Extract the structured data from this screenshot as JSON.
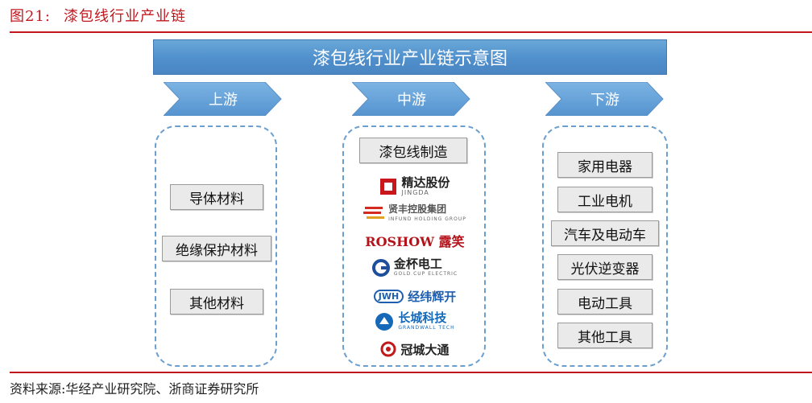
{
  "figure": {
    "number": "图21:",
    "title": "漆包线行业产业链"
  },
  "banner": {
    "title": "漆包线行业产业链示意图"
  },
  "stages": {
    "upstream": {
      "label": "上游",
      "items": [
        "导体材料",
        "绝缘保护材料",
        "其他材料"
      ]
    },
    "midstream": {
      "label": "中游",
      "header": "漆包线制造",
      "logos": [
        {
          "name": "精达股份",
          "sub": "JINGDA",
          "color": "#c9161d"
        },
        {
          "name": "贤丰控股集团",
          "sub": "INFUND HOLDING GROUP",
          "color": "#d42a20"
        },
        {
          "name": "ROSHOW 露笑",
          "color": "#b3141b"
        },
        {
          "name": "金杯电工",
          "sub": "GOLD CUP ELECTRIC",
          "color": "#1d4f9c"
        },
        {
          "name": "经纬辉开",
          "prefix": "JWH",
          "color": "#1f5fb0"
        },
        {
          "name": "长城科技",
          "sub": "GRANDWALL TECH",
          "color": "#1569b8"
        },
        {
          "name": "冠城大通",
          "color": "#c01a1a"
        }
      ]
    },
    "downstream": {
      "label": "下游",
      "items": [
        "家用电器",
        "工业电机",
        "汽车及电动车",
        "光伏逆变器",
        "电动工具",
        "其他工具"
      ]
    }
  },
  "colors": {
    "accent_red": "#c0171e",
    "banner_blue": "#5592cf",
    "dash_blue": "#6b9fce",
    "box_grey": "#eaeaea"
  },
  "source": "资料来源:华经产业研究院、浙商证券研究所"
}
